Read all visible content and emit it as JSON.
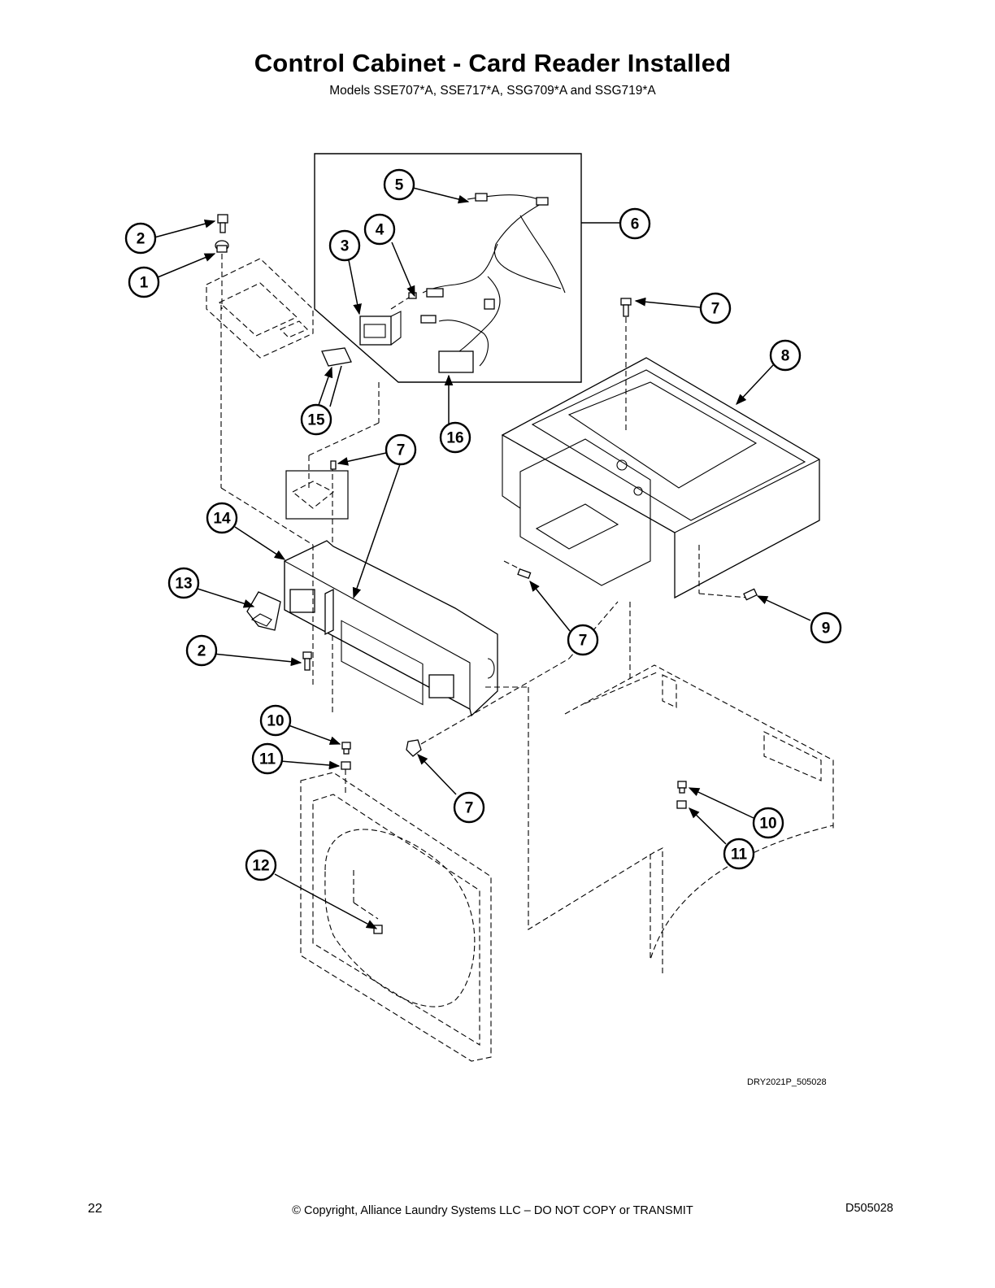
{
  "header": {
    "title": "Control Cabinet - Card Reader Installed",
    "subtitle": "Models SSE707*A, SSE717*A, SSG709*A and SSG719*A"
  },
  "callouts": [
    "1",
    "2",
    "3",
    "4",
    "5",
    "6",
    "7",
    "8",
    "9",
    "10",
    "11",
    "12",
    "13",
    "14",
    "15",
    "16"
  ],
  "drawing_id": "DRY2021P_505028",
  "footer": {
    "page_number": "22",
    "copyright": "© Copyright, Alliance Laundry Systems LLC – DO NOT COPY or TRANSMIT",
    "document_number": "D505028"
  }
}
